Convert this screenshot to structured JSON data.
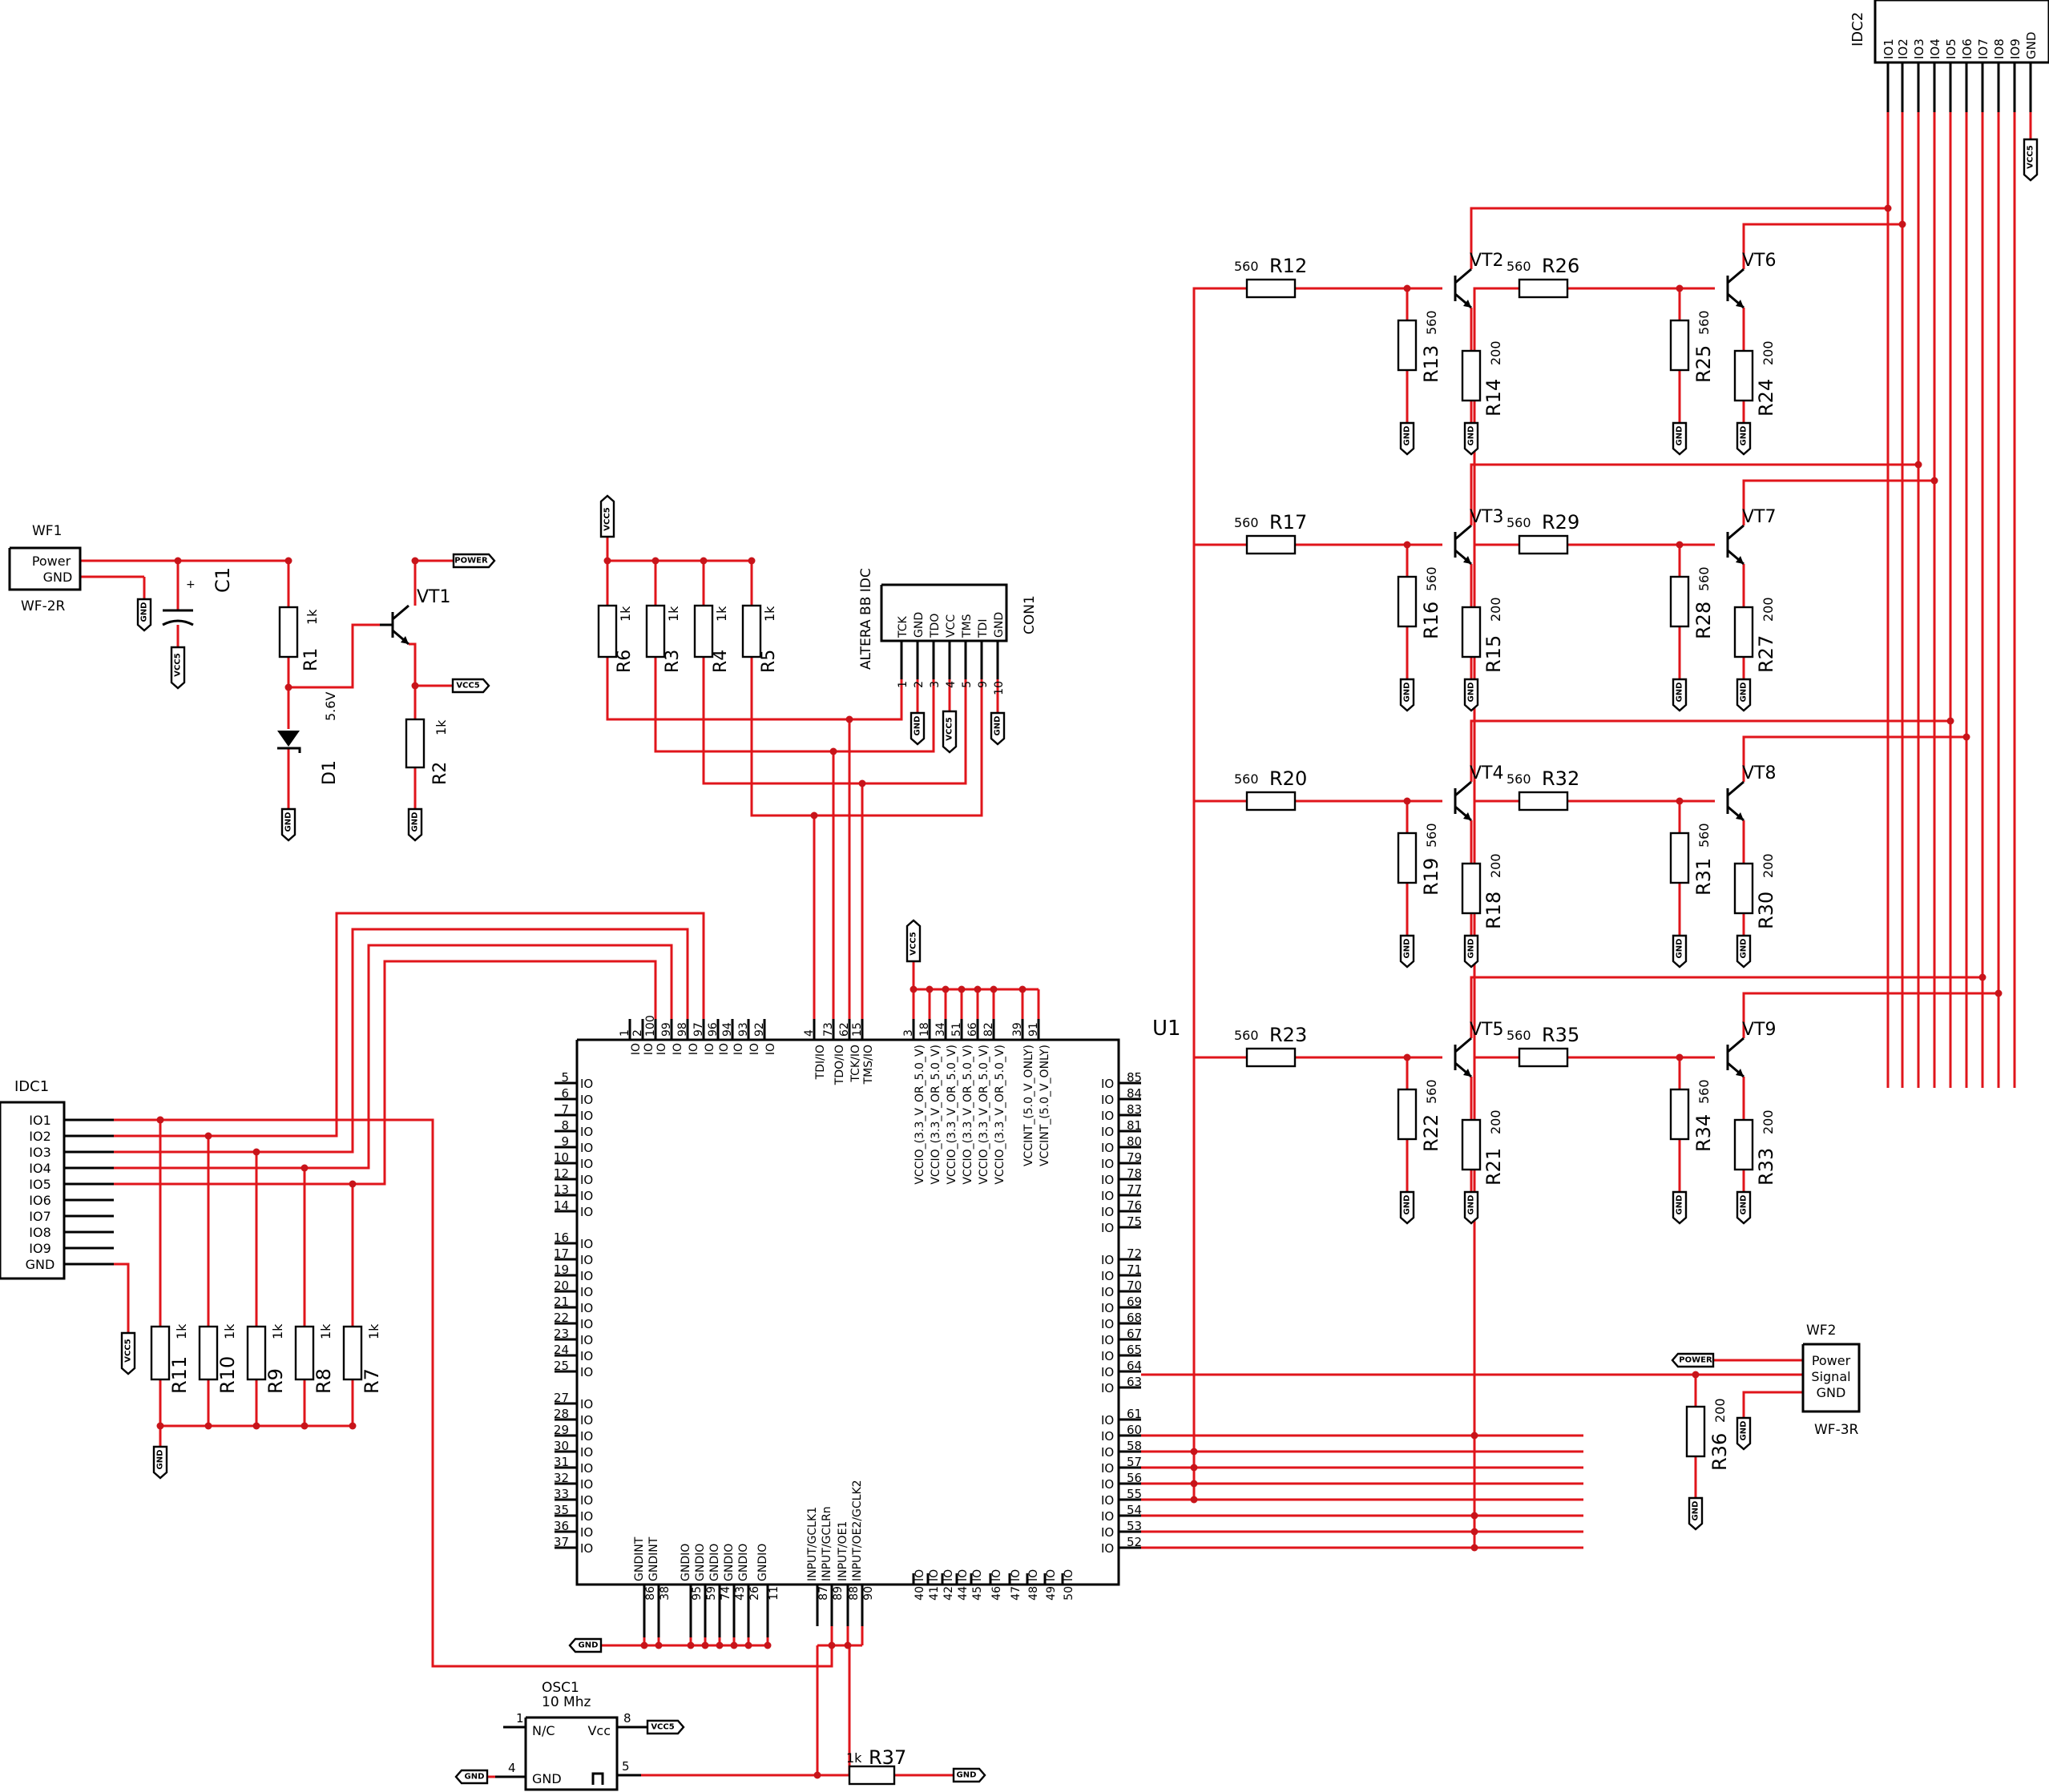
{
  "schematic": {
    "power_in": {
      "designator": "WF1",
      "model": "WF-2R",
      "pins": [
        "Power",
        "GND"
      ]
    },
    "cap": {
      "designator": "C1",
      "polarity": "+"
    },
    "regulator": [
      {
        "designator": "R1",
        "value": "1k"
      },
      {
        "designator": "R2",
        "value": "1k"
      },
      {
        "designator": "D1",
        "value": "5.6V"
      },
      {
        "designator": "VT1"
      }
    ],
    "jtag_pullups": [
      {
        "designator": "R6",
        "value": "1k"
      },
      {
        "designator": "R3",
        "value": "1k"
      },
      {
        "designator": "R4",
        "value": "1k"
      },
      {
        "designator": "R5",
        "value": "1k"
      }
    ],
    "jtag": {
      "designator": "CON1",
      "title": "ALTERA BB IDC",
      "pins": [
        "TCK",
        "GND",
        "TDO",
        "VCC",
        "TMS",
        "TDI",
        "GND"
      ],
      "numbers": [
        "1",
        "2",
        "3",
        "4",
        "5",
        "9",
        "10"
      ]
    },
    "idc1": {
      "designator": "IDC1",
      "pins": [
        "IO1",
        "IO2",
        "IO3",
        "IO4",
        "IO5",
        "IO6",
        "IO7",
        "IO8",
        "IO9",
        "GND"
      ]
    },
    "idc1_pulldowns": [
      {
        "designator": "R11",
        "value": "1k"
      },
      {
        "designator": "R10",
        "value": "1k"
      },
      {
        "designator": "R9",
        "value": "1k"
      },
      {
        "designator": "R8",
        "value": "1k"
      },
      {
        "designator": "R7",
        "value": "1k"
      }
    ],
    "cpld": {
      "designator": "U1",
      "top_io_nums": [
        "1",
        "2",
        "100",
        "99",
        "98",
        "97",
        "96",
        "94",
        "93",
        "92"
      ],
      "jtag_nums": [
        "4",
        "73",
        "62",
        "15"
      ],
      "jtag_names": [
        "TDI/IO",
        "TDO/IO",
        "TCK/IO",
        "TMS/IO"
      ],
      "vccio_nums": [
        "3",
        "18",
        "34",
        "51",
        "66",
        "82"
      ],
      "vccio_names": [
        "VCCIO_(3.3_V_OR_5.0_V)",
        "VCCIO_(3.3_V_OR_5.0_V)",
        "VCCIO_(3.3_V_OR_5.0_V)",
        "VCCIO_(3.3_V_OR_5.0_V)",
        "VCCIO_(3.3_V_OR_5.0_V)",
        "VCCIO_(3.3_V_OR_5.0_V)"
      ],
      "vccint_nums": [
        "39",
        "91"
      ],
      "vccint_names": [
        "VCCINT_(5.0_V_ONLY)",
        "VCCINT_(5.0_V_ONLY)"
      ],
      "left_nums": [
        "5",
        "6",
        "7",
        "8",
        "9",
        "10",
        "12",
        "13",
        "14",
        "16",
        "17",
        "19",
        "20",
        "21",
        "22",
        "23",
        "24",
        "25",
        "27",
        "28",
        "29",
        "30",
        "31",
        "32",
        "33",
        "35",
        "36",
        "37"
      ],
      "right_nums": [
        "85",
        "84",
        "83",
        "81",
        "80",
        "79",
        "78",
        "77",
        "76",
        "75",
        "72",
        "71",
        "70",
        "69",
        "68",
        "67",
        "65",
        "64",
        "63",
        "61",
        "60",
        "58",
        "57",
        "56",
        "55",
        "54",
        "53",
        "52"
      ],
      "bottom_gnd_nums": [
        "86",
        "38",
        "95",
        "59",
        "74",
        "43",
        "26",
        "11"
      ],
      "bottom_gnd_names": [
        "GNDINT",
        "GNDINT",
        "GNDIO",
        "GNDIO",
        "GNDIO",
        "GNDIO",
        "GNDIO",
        "GNDIO"
      ],
      "bottom_input_nums": [
        "87",
        "89",
        "88",
        "90"
      ],
      "bottom_input_names": [
        "INPUT/GCLK1",
        "INPUT/GCLRn",
        "INPUT/OE1",
        "INPUT/OE2/GCLK2"
      ],
      "bottom_nc_nums": [
        "40",
        "41",
        "42",
        "44",
        "45",
        "46",
        "47",
        "48",
        "49",
        "50"
      ]
    },
    "oscillator": {
      "designator": "OSC1",
      "freq": "10 Mhz",
      "pins": [
        "N/C",
        "Vcc",
        "GND"
      ],
      "numbers": [
        "1",
        "8",
        "4",
        "5"
      ]
    },
    "r37": {
      "designator": "R37",
      "value": "1k"
    },
    "idc2": {
      "designator": "IDC2",
      "pins": [
        "IO1",
        "IO2",
        "IO3",
        "IO4",
        "IO5",
        "IO6",
        "IO7",
        "IO8",
        "IO9",
        "GND"
      ]
    },
    "wf2": {
      "designator": "WF2",
      "model": "WF-3R",
      "pins": [
        "Power",
        "Signal",
        "GND"
      ]
    },
    "r36": {
      "designator": "R36",
      "value": "200"
    },
    "driver_cells": [
      {
        "vt": "VT2",
        "rb": "R12",
        "rb_val": "560",
        "rp": "R13",
        "rp_val": "560",
        "rc": "R14",
        "rc_val": "200"
      },
      {
        "vt": "VT6",
        "rb": "R26",
        "rb_val": "560",
        "rp": "R25",
        "rp_val": "560",
        "rc": "R24",
        "rc_val": "200"
      },
      {
        "vt": "VT3",
        "rb": "R17",
        "rb_val": "560",
        "rp": "R16",
        "rp_val": "560",
        "rc": "R15",
        "rc_val": "200"
      },
      {
        "vt": "VT7",
        "rb": "R29",
        "rb_val": "560",
        "rp": "R28",
        "rp_val": "560",
        "rc": "R27",
        "rc_val": "200"
      },
      {
        "vt": "VT4",
        "rb": "R20",
        "rb_val": "560",
        "rp": "R19",
        "rp_val": "560",
        "rc": "R18",
        "rc_val": "200"
      },
      {
        "vt": "VT8",
        "rb": "R32",
        "rb_val": "560",
        "rp": "R31",
        "rp_val": "560",
        "rc": "R30",
        "rc_val": "200"
      },
      {
        "vt": "VT5",
        "rb": "R23",
        "rb_val": "560",
        "rp": "R22",
        "rp_val": "560",
        "rc": "R21",
        "rc_val": "200"
      },
      {
        "vt": "VT9",
        "rb": "R35",
        "rb_val": "560",
        "rp": "R34",
        "rp_val": "560",
        "rc": "R33",
        "rc_val": "200"
      }
    ],
    "net_labels": {
      "power": "POWER",
      "vcc": "VCC5",
      "gnd": "GND"
    }
  }
}
